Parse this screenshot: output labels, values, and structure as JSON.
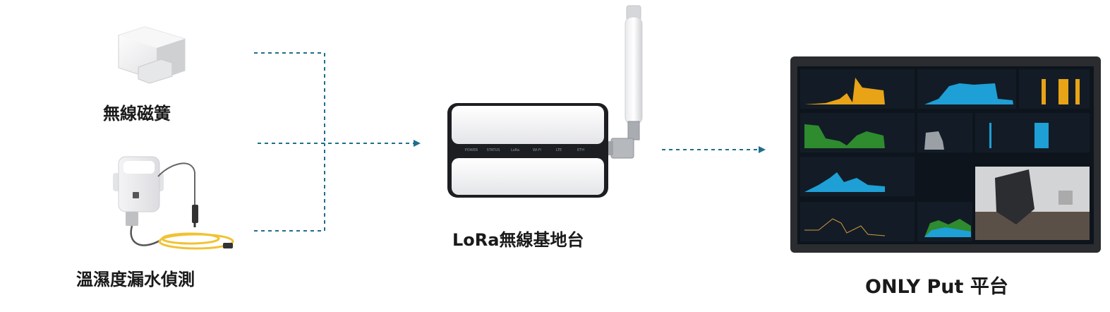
{
  "devices": {
    "magnetic_switch": {
      "label": "無線磁簧"
    },
    "leak_sensor": {
      "label": "溫濕度漏水偵測"
    }
  },
  "gateway": {
    "label": "LoRa無線基地台",
    "indicators": [
      "POWER",
      "STATUS",
      "LoRa",
      "Wi-Fi",
      "LTE",
      "ETH"
    ]
  },
  "platform": {
    "label": "ONLY Put 平台"
  },
  "colors": {
    "arrow": "#1f6e8c",
    "accent": "#1ec8d8"
  }
}
